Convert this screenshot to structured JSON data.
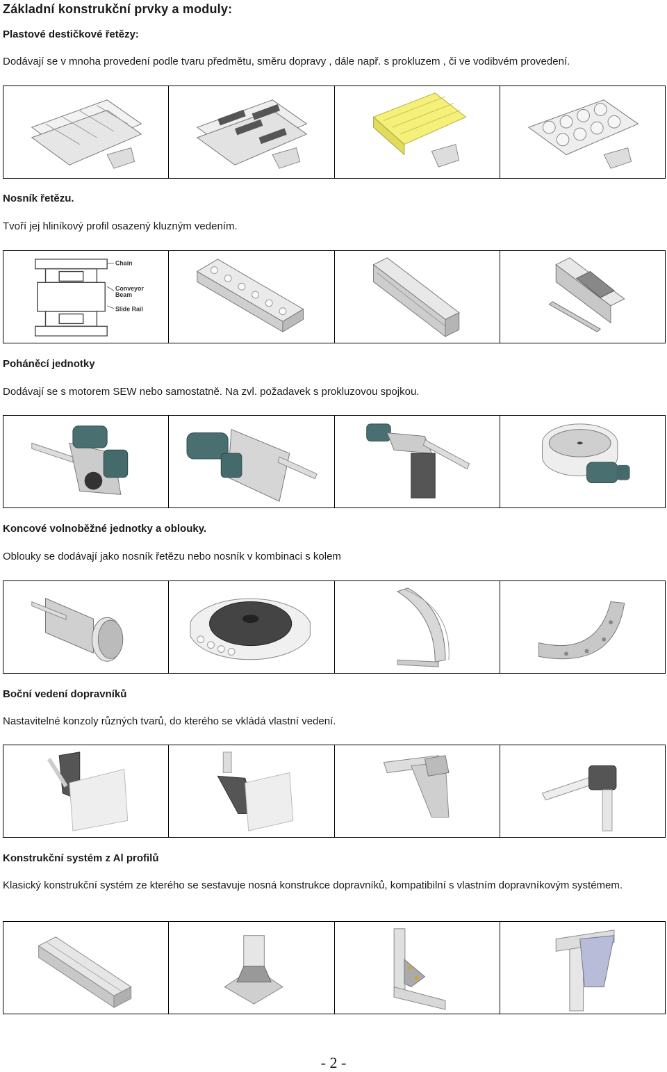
{
  "page_title": "Základní  konstrukční prvky a moduly:",
  "sections": [
    {
      "heading": "Plastové destičkové řetězy:",
      "text": "Dodávají se v mnoha provedení podle tvaru  předmětu, směru dopravy , dále např.  s prokluzem , či ve vodibvém provedení.",
      "images": [
        "plate-chain-plain",
        "plate-chain-with-grip-inserts",
        "plate-chain-yellow-top",
        "plate-chain-with-rollers"
      ]
    },
    {
      "heading": "Nosník řetězu.",
      "text": "Tvoří jej hliníkový profil osazený kluzným vedením.",
      "diagram_labels": {
        "chain": "Chain",
        "beam_line1": "Conveyor",
        "beam_line2": "Beam",
        "rail": "Slide Rail"
      },
      "images": [
        "chain-beam-cross-section",
        "beam-with-chain",
        "aluminium-profile-beam",
        "beam-connector"
      ]
    },
    {
      "heading": "Poháněcí jednotky",
      "text": "Dodávají se s motorem SEW nebo samostatně. Na zvl. požadavek s prokluzovou spojkou.",
      "images": [
        "drive-unit-side-motor",
        "drive-unit-plate-motor",
        "drive-unit-vertical",
        "drive-unit-wheel-bend"
      ]
    },
    {
      "heading": "Koncové volnoběžné jednotky a oblouky.",
      "text": "Oblouky se dodávají jako nosník řetězu nebo nosník v kombinaci s kolem",
      "images": [
        "idler-end-unit",
        "wheel-bend",
        "plain-bend-horizontal",
        "vertical-bend"
      ]
    },
    {
      "heading": "Boční vedení dopravníků",
      "text": "Nastavitelné konzoly různých tvarů, do kterého se vkládá vlastní vedení.",
      "images": [
        "guide-bracket-clamp",
        "guide-bracket-arm",
        "guide-bracket-fixed",
        "guide-bracket-tube"
      ]
    },
    {
      "heading": "Konstrukční systém z Al  profilů",
      "text": "Klasický  konstrukční systém ze kterého se sestavuje nosná konstrukce dopravníků, kompatibilní s vlastním dopravníkovým systémem.",
      "images": [
        "aluminium-profile",
        "profile-foot",
        "corner-connection",
        "angle-bracket-plate"
      ]
    }
  ],
  "footer": "- 2 -"
}
